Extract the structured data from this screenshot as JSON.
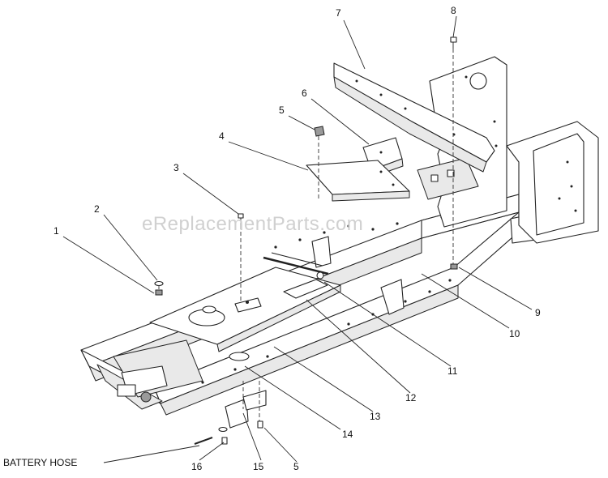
{
  "watermark": "eReplacementParts.com",
  "callouts": [
    "1",
    "2",
    "3",
    "4",
    "5",
    "6",
    "7",
    "8",
    "9",
    "10",
    "11",
    "12",
    "13",
    "14",
    "15",
    "16",
    "5"
  ],
  "side_label": "BATTERY HOSE"
}
